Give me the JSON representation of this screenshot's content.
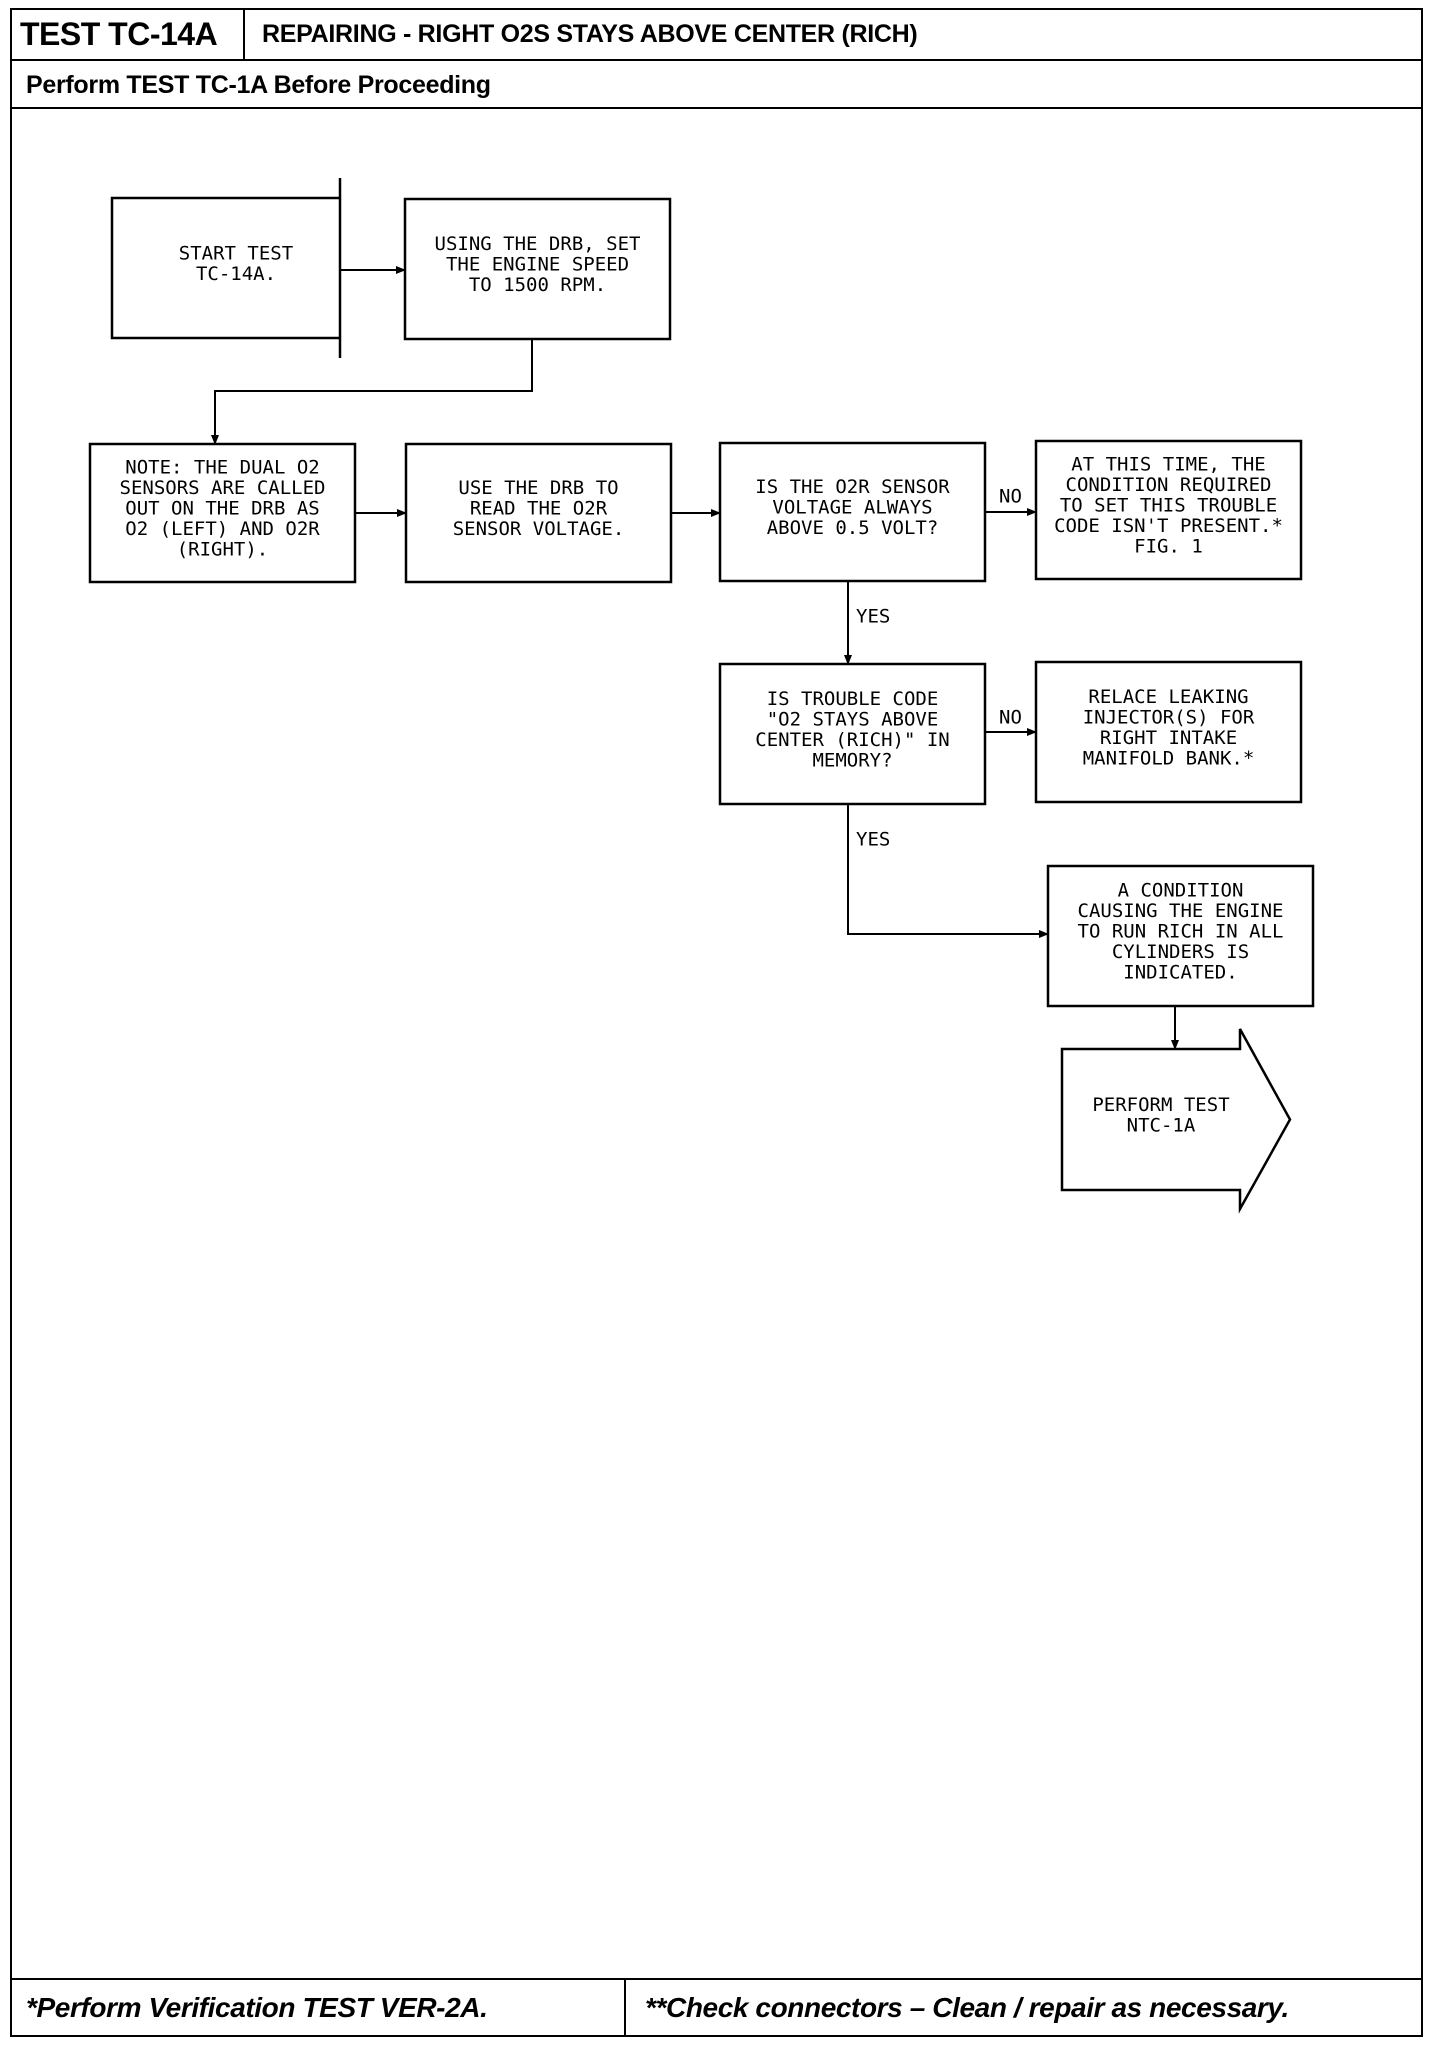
{
  "header": {
    "test_id": "TEST TC-14A",
    "title": "REPAIRING - RIGHT O2S STAYS ABOVE CENTER (RICH)",
    "subtitle": "Perform TEST TC-1A Before Proceeding"
  },
  "flowchart": {
    "nodes": [
      {
        "id": "start",
        "shape": "arrow",
        "lines": [
          "START TEST",
          "TC-14A."
        ]
      },
      {
        "id": "set-speed",
        "shape": "box",
        "lines": [
          "USING THE DRB, SET",
          "THE ENGINE SPEED",
          "TO 1500 RPM."
        ]
      },
      {
        "id": "note",
        "shape": "box",
        "lines": [
          "NOTE: THE DUAL O2",
          "SENSORS ARE CALLED",
          "OUT ON THE DRB AS",
          "O2 (LEFT) AND O2R",
          "(RIGHT)."
        ]
      },
      {
        "id": "read-voltage",
        "shape": "box",
        "lines": [
          "USE THE DRB TO",
          "READ THE O2R",
          "SENSOR VOLTAGE."
        ]
      },
      {
        "id": "q-voltage",
        "shape": "box",
        "lines": [
          "IS THE O2R SENSOR",
          "VOLTAGE ALWAYS",
          "ABOVE 0.5 VOLT?"
        ]
      },
      {
        "id": "not-present",
        "shape": "box",
        "lines": [
          "AT THIS TIME, THE",
          "CONDITION REQUIRED",
          "TO SET THIS TROUBLE",
          "CODE ISN'T PRESENT.*",
          "FIG. 1"
        ]
      },
      {
        "id": "q-memory",
        "shape": "box",
        "lines": [
          "IS TROUBLE CODE",
          "\"O2 STAYS ABOVE",
          "CENTER (RICH)\" IN",
          "MEMORY?"
        ]
      },
      {
        "id": "replace-injector",
        "shape": "box",
        "lines": [
          "RELACE LEAKING",
          "INJECTOR(S) FOR",
          "RIGHT INTAKE",
          "MANIFOLD BANK.*"
        ]
      },
      {
        "id": "rich-condition",
        "shape": "box",
        "lines": [
          "A CONDITION",
          "CAUSING THE ENGINE",
          "TO RUN RICH IN ALL",
          "CYLINDERS IS",
          "INDICATED."
        ]
      },
      {
        "id": "perform-ntc",
        "shape": "arrow",
        "lines": [
          "PERFORM TEST",
          "NTC-1A"
        ]
      }
    ],
    "edges": [
      {
        "from": "start",
        "to": "set-speed",
        "label": ""
      },
      {
        "from": "set-speed",
        "to": "note",
        "label": ""
      },
      {
        "from": "note",
        "to": "read-voltage",
        "label": ""
      },
      {
        "from": "read-voltage",
        "to": "q-voltage",
        "label": ""
      },
      {
        "from": "q-voltage",
        "to": "not-present",
        "label": "NO"
      },
      {
        "from": "q-voltage",
        "to": "q-memory",
        "label": "YES"
      },
      {
        "from": "q-memory",
        "to": "replace-injector",
        "label": "NO"
      },
      {
        "from": "q-memory",
        "to": "rich-condition",
        "label": "YES"
      },
      {
        "from": "rich-condition",
        "to": "perform-ntc",
        "label": ""
      }
    ]
  },
  "footer": {
    "left": "*Perform Verification TEST VER-2A.",
    "right": "**Check connectors – Clean / repair as necessary."
  }
}
